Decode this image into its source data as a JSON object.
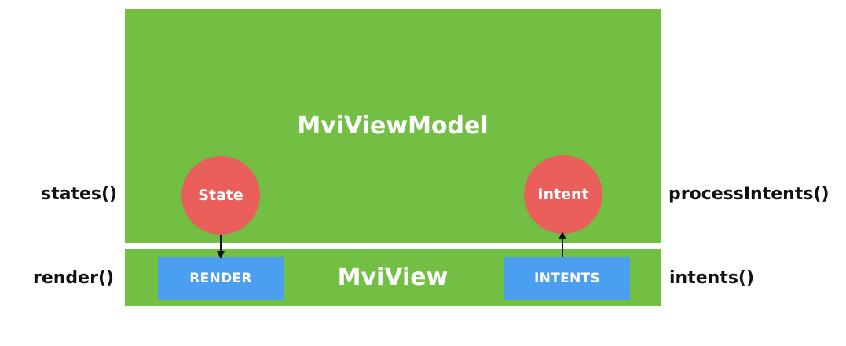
{
  "colors": {
    "green": "#72bf44",
    "circle_red": "#eb5f5a",
    "rect_blue": "#4a9ff0",
    "label_text": "#111111",
    "arrow": "#111111"
  },
  "viewmodel": {
    "title": "MviViewModel"
  },
  "view": {
    "title": "MviView"
  },
  "nodes": {
    "state": "State",
    "intent": "Intent",
    "render": "RENDER",
    "intents": "INTENTS"
  },
  "labels": {
    "states": "states()",
    "render": "render()",
    "process_intents": "processIntents()",
    "intents": "intents()"
  },
  "edges": [
    {
      "from": "State",
      "to": "RENDER",
      "direction": "down"
    },
    {
      "from": "INTENTS",
      "to": "Intent",
      "direction": "up"
    }
  ]
}
